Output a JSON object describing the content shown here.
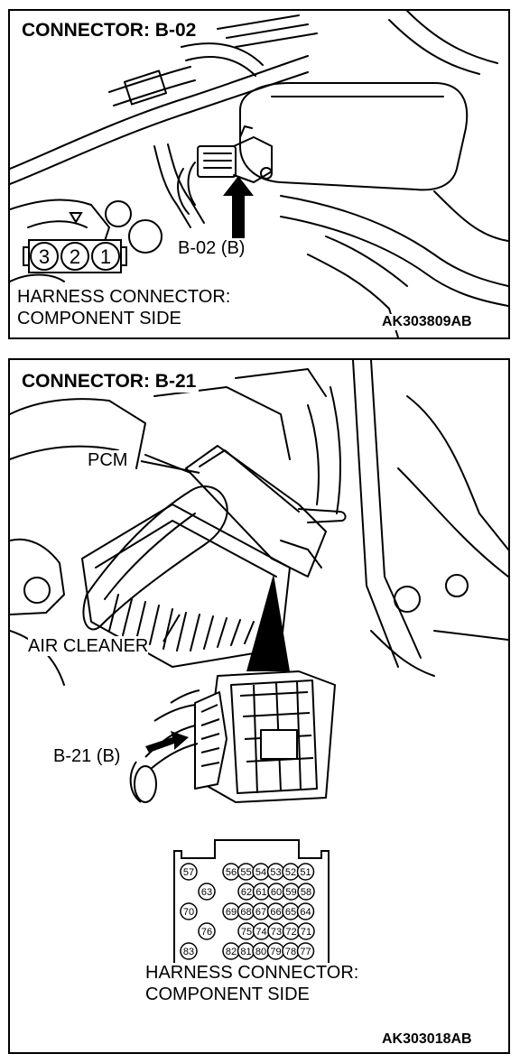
{
  "panel1": {
    "title": "CONNECTOR: B-02",
    "connector_label": "B-02 (B)",
    "harness_line1": "HARNESS CONNECTOR:",
    "harness_line2": "COMPONENT SIDE",
    "code": "AK303809AB",
    "pins": [
      "3",
      "2",
      "1"
    ]
  },
  "panel2": {
    "title": "CONNECTOR: B-21",
    "pcm_label": "PCM",
    "air_cleaner_label": "AIR CLEANER",
    "connector_label": "B-21 (B)",
    "harness_line1": "HARNESS CONNECTOR:",
    "harness_line2": "COMPONENT SIDE",
    "code": "AK303018AB",
    "pin_rows": [
      [
        "57",
        "56",
        "55",
        "54",
        "53",
        "52",
        "51"
      ],
      [
        "63",
        "62",
        "61",
        "60",
        "59",
        "58"
      ],
      [
        "70",
        "69",
        "68",
        "67",
        "66",
        "65",
        "64"
      ],
      [
        "76",
        "75",
        "74",
        "73",
        "72",
        "71"
      ],
      [
        "83",
        "82",
        "81",
        "80",
        "79",
        "78",
        "77"
      ]
    ]
  }
}
